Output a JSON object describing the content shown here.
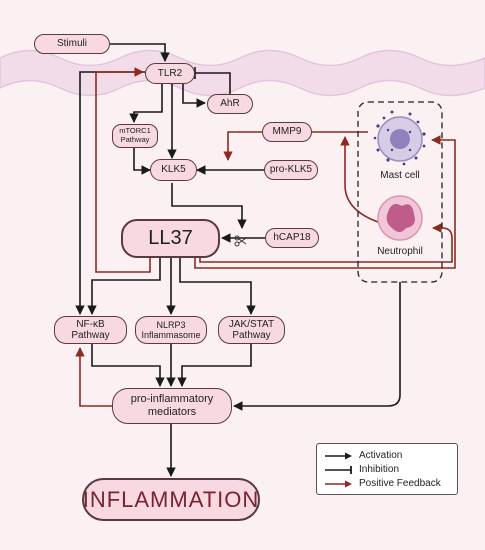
{
  "colors": {
    "activation": "#1a1a1a",
    "positive_feedback": "#8b2a20",
    "node_fill": "#f8d9e1",
    "node_border": "#5a3a40",
    "membrane": "#e8cde4"
  },
  "nodes": {
    "stimuli": "Stimuli",
    "tlr2": "TLR2",
    "ahr": "AhR",
    "mtorc1": "mTORC1\nPathway",
    "mmp9": "MMP9",
    "klk5": "KLK5",
    "pro_klk5": "pro-KLK5",
    "ll37": "LL37",
    "hcap18": "hCAP18",
    "nfkb": "NF-κB\nPathway",
    "nlrp3": "NLRP3\nInflammasome",
    "jakstat": "JAK/STAT\nPathway",
    "pro_inflammatory": "pro-inflammatory\nmediators",
    "inflammation": "INFLAMMATION"
  },
  "cells": {
    "mast_cell": "Mast cell",
    "neutrophil": "Neutrophil"
  },
  "icons": {
    "cleavage": "scissors-icon"
  },
  "legend": {
    "activation": "Activation",
    "inhibition": "Inhibition",
    "positive_feedback": "Positive Feedback"
  }
}
